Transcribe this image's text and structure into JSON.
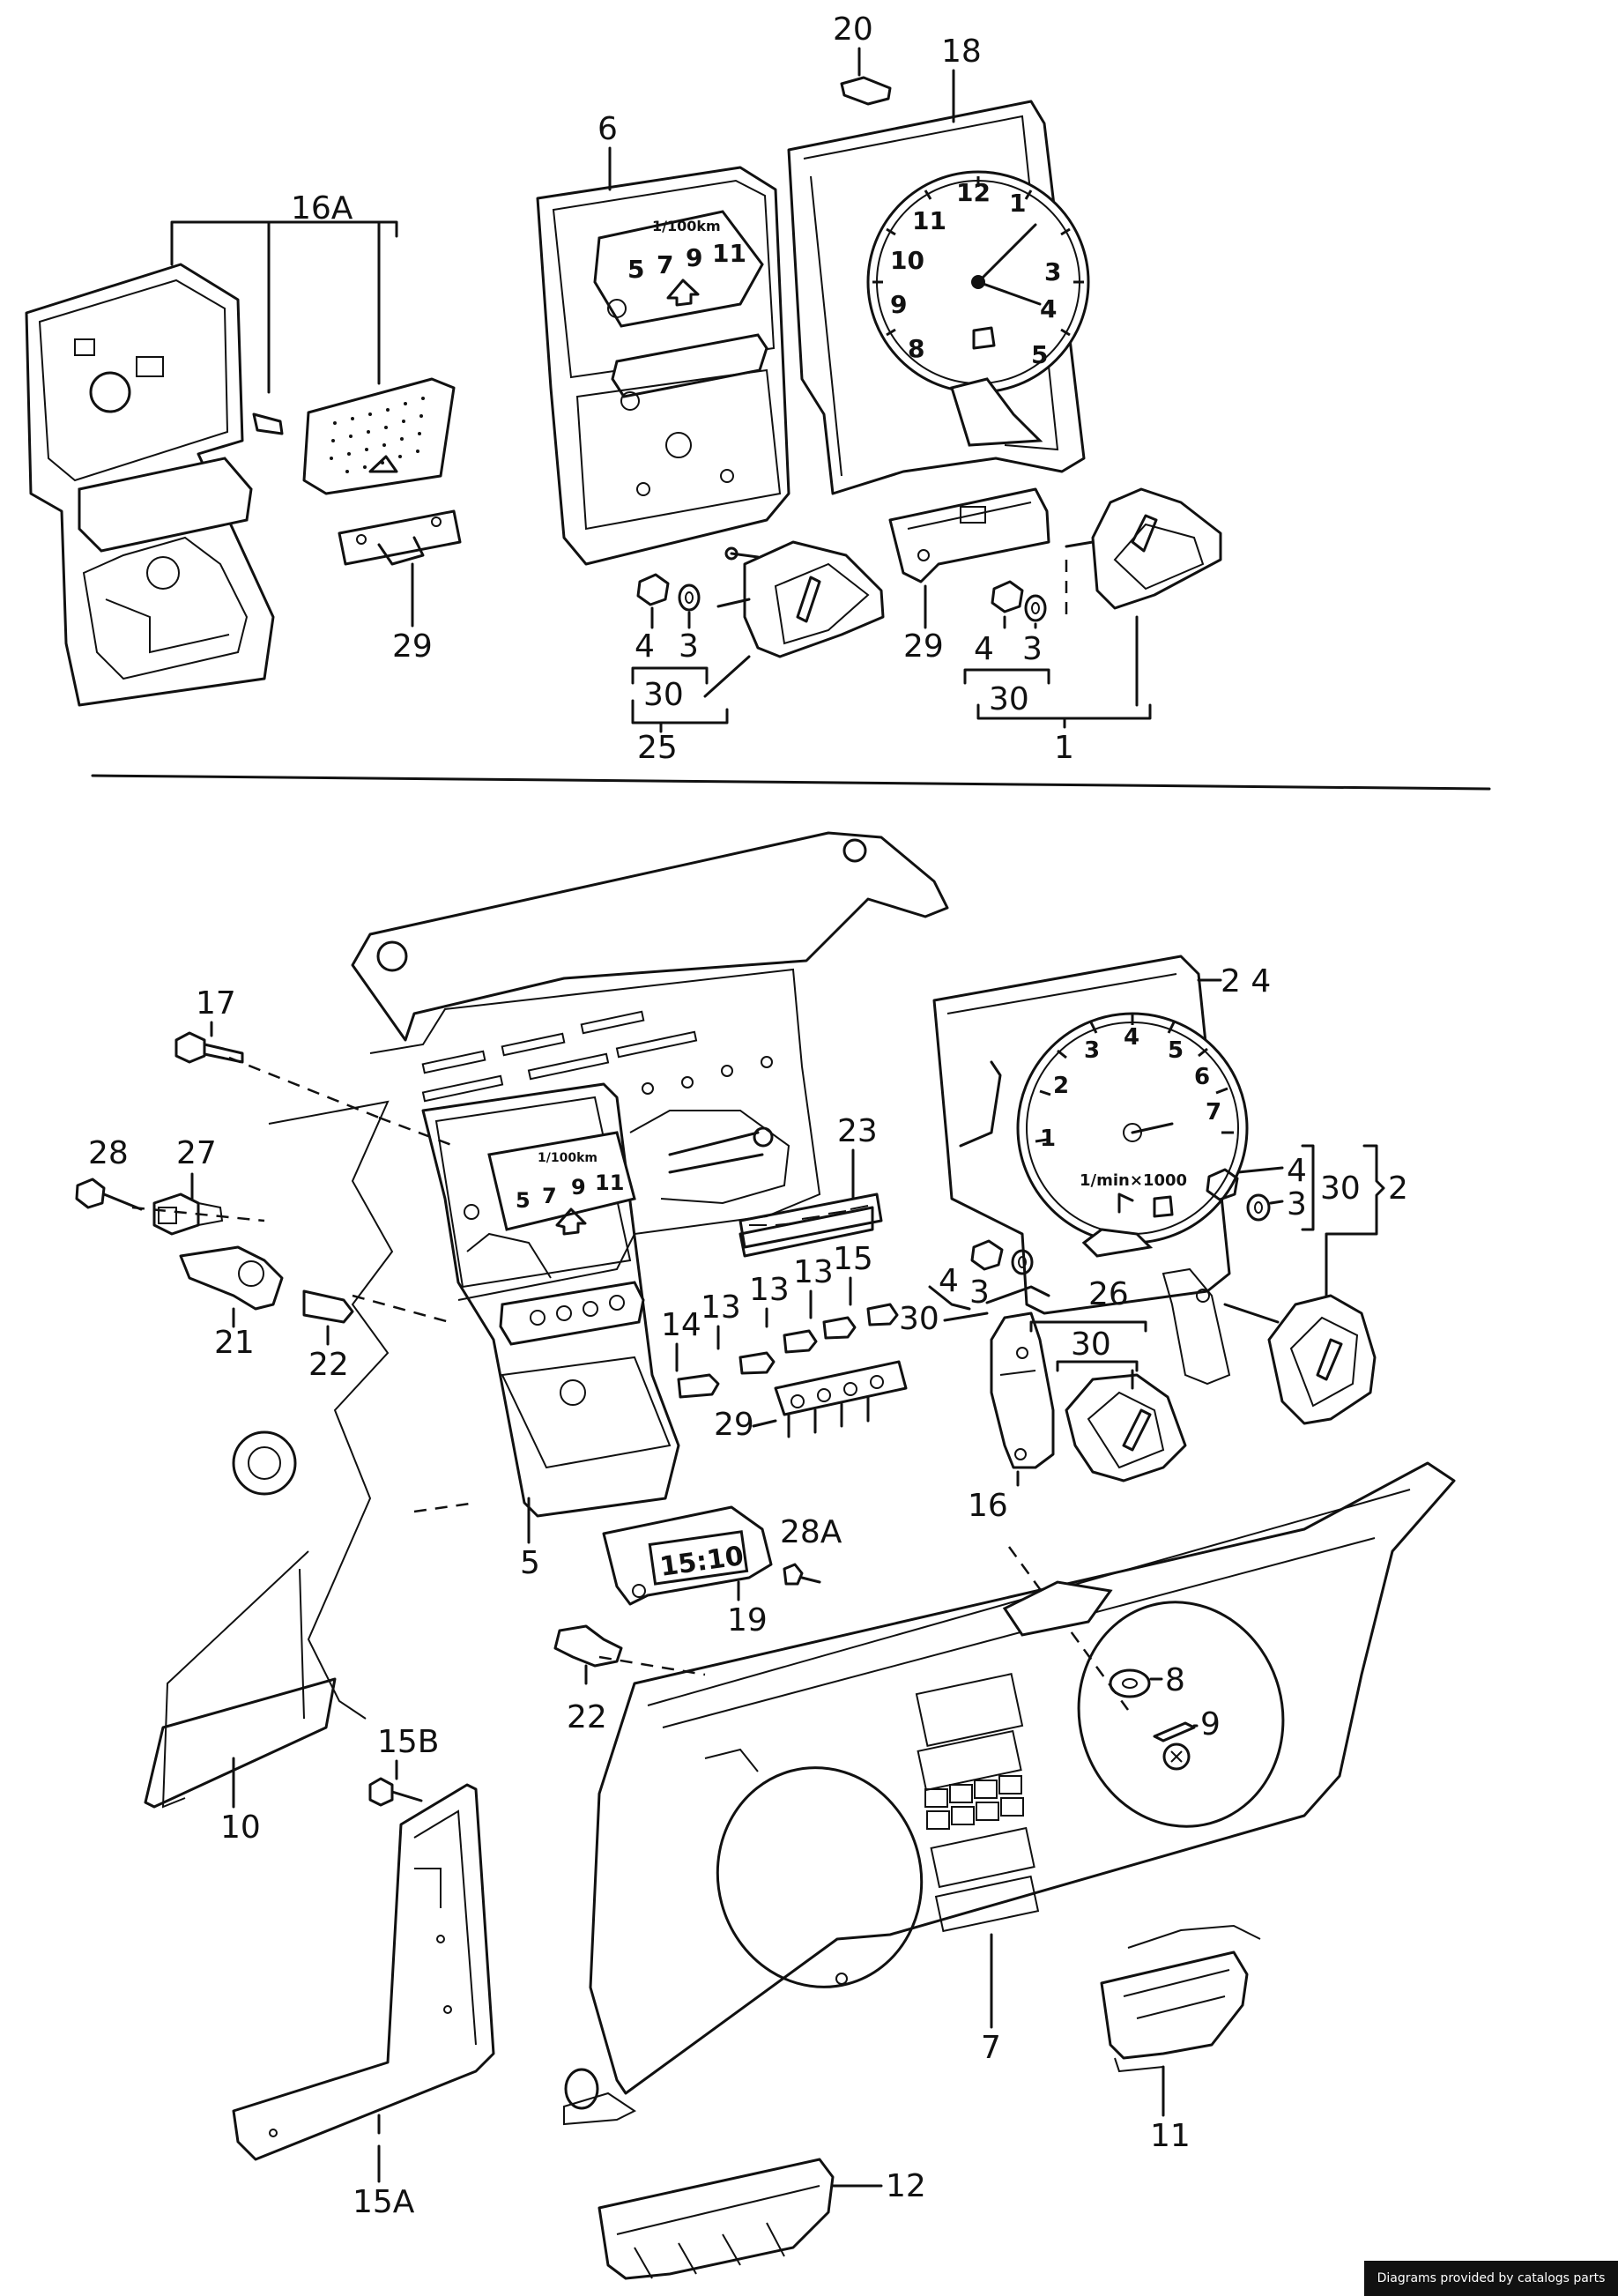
{
  "credit": "Diagrams provided by catalogs parts",
  "top_section": {
    "label_16A": "16A",
    "label_29a": "29",
    "label_6": "6",
    "label_4a": "4",
    "label_3a": "3",
    "label_30a": "30",
    "label_25": "25",
    "label_20": "20",
    "label_18": "18",
    "label_29b": "29",
    "label_4b": "4",
    "label_3b": "3",
    "label_30b": "30",
    "label_1": "1"
  },
  "bottom_section": {
    "label_17": "17",
    "label_28": "28",
    "label_27": "27",
    "label_21": "21",
    "label_22a": "22",
    "label_23": "23",
    "label_24": "2 4",
    "label_4c": "4",
    "label_3c": "3",
    "label_30c": "30",
    "label_2": "2",
    "label_14": "14",
    "label_13a": "13",
    "label_13b": "13",
    "label_13c": "13",
    "label_15": "15",
    "label_4d": "4",
    "label_3d": "3",
    "label_30d": "30",
    "label_26": "26",
    "label_30e": "30",
    "label_29c": "29",
    "label_16": "16",
    "label_5": "5",
    "label_28A": "28A",
    "label_19": "19",
    "label_22b": "22",
    "label_8": "8",
    "label_9": "9",
    "label_10": "10",
    "label_15B": "15B",
    "label_7": "7",
    "label_11": "11",
    "label_15A": "15A",
    "label_12": "12"
  },
  "gauge_text": {
    "consumption_unit": "1/100km",
    "consumption_ticks": [
      "5",
      "7",
      "9",
      "11"
    ],
    "clock_numbers": [
      "12",
      "1",
      "11",
      "10",
      "3",
      "9",
      "4",
      "8",
      "5"
    ],
    "tacho_numbers": [
      "1",
      "2",
      "3",
      "4",
      "5",
      "6",
      "7"
    ],
    "tacho_unit": "1/min×1000",
    "clock_display": "15:10"
  }
}
